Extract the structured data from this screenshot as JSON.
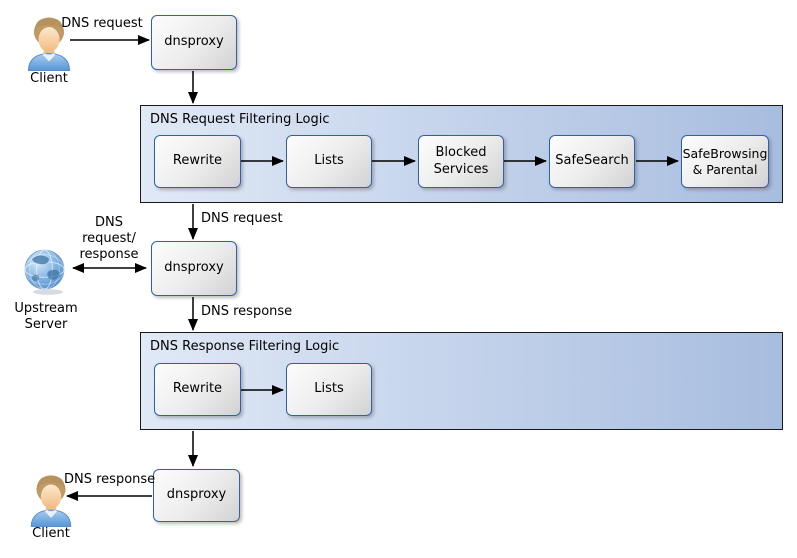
{
  "colors": {
    "background": "#ffffff",
    "container_border": "#181818",
    "container_fill_left": "#e0e9f6",
    "container_fill_right": "#a7bddf",
    "node_border": "#3160ae",
    "node_fill_light": "#fdfdfd",
    "node_fill_dark": "#d2d2d2",
    "arrow": "#000000",
    "text": "#000000"
  },
  "actors": {
    "client_top": {
      "label": "Client",
      "icon": "person-icon"
    },
    "upstream_server": {
      "label": "Upstream Server",
      "icon": "globe-icon"
    },
    "client_bottom": {
      "label": "Client",
      "icon": "person-icon"
    }
  },
  "proxies": {
    "top": {
      "label": "dnsproxy"
    },
    "middle": {
      "label": "dnsproxy"
    },
    "bottom": {
      "label": "dnsproxy"
    }
  },
  "containers": {
    "request": {
      "title": "DNS Request Filtering Logic",
      "steps": [
        {
          "label": "Rewrite"
        },
        {
          "label": "Lists"
        },
        {
          "label": "Blocked Services"
        },
        {
          "label": "SafeSearch"
        },
        {
          "label": "SafeBrowsing & Parental"
        }
      ]
    },
    "response": {
      "title": "DNS Response Filtering Logic",
      "steps": [
        {
          "label": "Rewrite"
        },
        {
          "label": "Lists"
        }
      ]
    }
  },
  "edge_labels": {
    "client_request": "DNS request",
    "filtered_request": "DNS request",
    "upstream_exchange": "DNS\nrequest/\nresponse",
    "proxy_response": "DNS response",
    "client_response": "DNS response"
  }
}
